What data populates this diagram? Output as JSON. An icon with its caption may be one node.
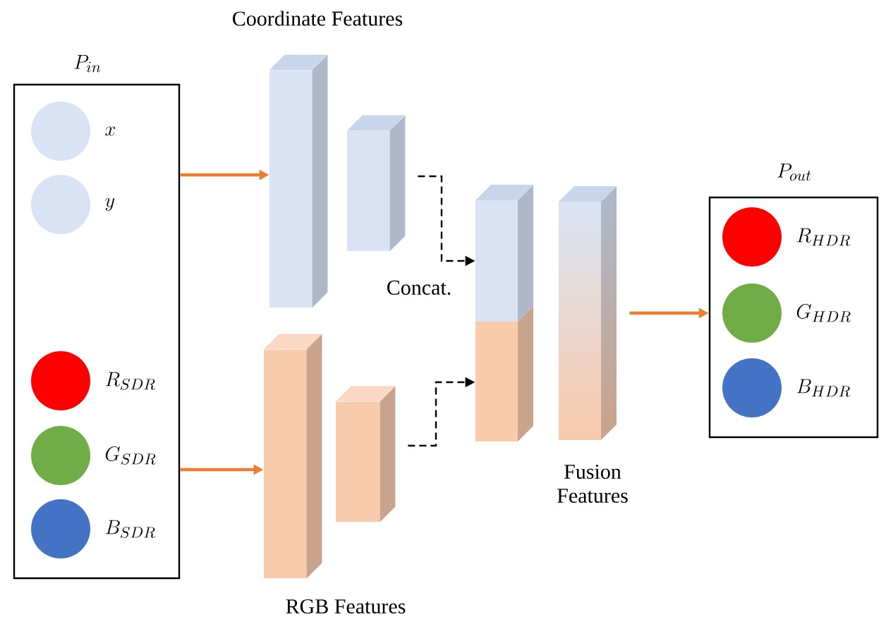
{
  "diagram": {
    "nodes": [
      {
        "text": [
          "P_{in}"
        ]
      },
      {
        "text": [],
        "shape": "circle",
        "in": 0,
        "beside": [
          "x"
        ]
      },
      {
        "text": [],
        "shape": "circle",
        "in": 0,
        "beside": [
          "y"
        ]
      },
      {
        "text": [],
        "shape": "circle",
        "in": 0,
        "beside": [
          "R_{SDR}"
        ]
      },
      {
        "text": [],
        "shape": "circle",
        "in": 0,
        "beside": [
          "G_{SDR}"
        ]
      },
      {
        "text": [],
        "shape": "circle",
        "in": 0,
        "beside": [
          "B_{SDR}"
        ]
      },
      {
        "text": [],
        "shape": "bar"
      },
      {
        "text": [],
        "shape": "bar"
      },
      {
        "text": [],
        "shape": "bar"
      },
      {
        "text": [],
        "shape": "bar"
      },
      {
        "text": [],
        "shape": "bar"
      },
      {
        "text": [],
        "shape": "bar"
      },
      {
        "text": [
          "P_{out}"
        ]
      },
      {
        "text": [],
        "shape": "circle",
        "in": 12,
        "beside": [
          "R_{HDR}"
        ]
      },
      {
        "text": [],
        "shape": "circle",
        "in": 12,
        "beside": [
          "G_{HDR}"
        ]
      },
      {
        "text": [],
        "shape": "circle",
        "in": 12,
        "beside": [
          "B_{HDR}"
        ]
      }
    ],
    "edges": [
      {
        "from": 0,
        "to": 6,
        "arrow": "to"
      },
      {
        "from": 0,
        "to": 8,
        "arrow": "to"
      },
      {
        "from": 7,
        "to": 10,
        "arrow": "to",
        "style": "dashed",
        "color": "#000000"
      },
      {
        "from": 9,
        "to": 10,
        "arrow": "to",
        "style": "dashed",
        "color": "#000000"
      },
      {
        "from": 11,
        "to": 12,
        "arrow": "to"
      }
    ],
    "labels": [
      "Coordinate Features",
      "Concat.",
      "Fusion Features",
      "RGB Features"
    ]
  }
}
